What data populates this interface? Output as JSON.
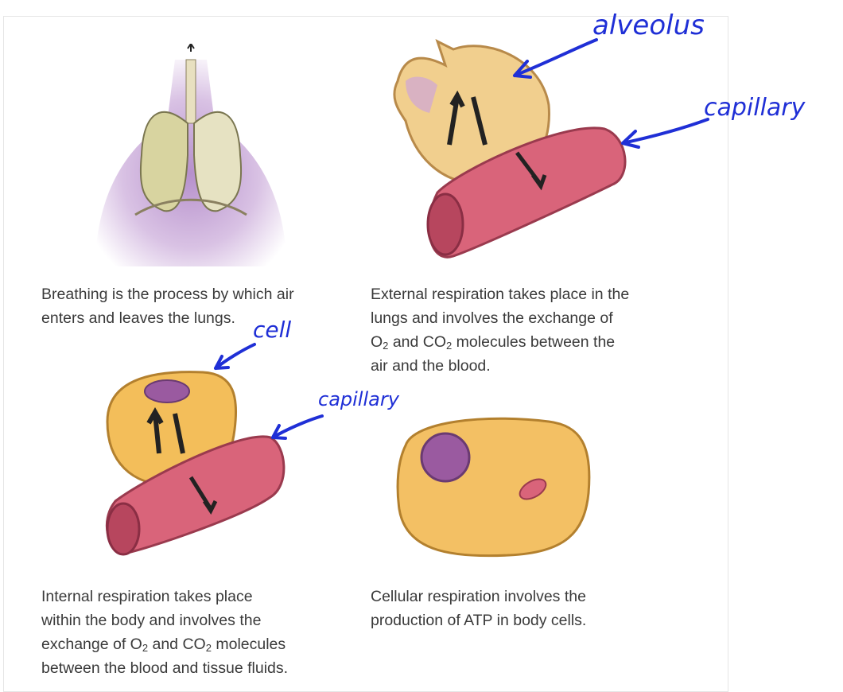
{
  "captions": {
    "breathing": {
      "line1": "Breathing is the process by which air",
      "line2": "enters and leaves the lungs."
    },
    "external": {
      "line1": "External respiration takes place in the",
      "line2": "lungs and involves the exchange of",
      "l3_o": "O",
      "l3_o_sub": "2",
      "l3_mid": " and CO",
      "l3_co_sub": "2",
      "l3_end": " molecules between the",
      "line4": "air and the blood."
    },
    "internal": {
      "line1": "Internal respiration takes place",
      "line2": "within the body and involves the",
      "l3_start": "exchange of O",
      "l3_o_sub": "2",
      "l3_mid": " and CO",
      "l3_co_sub": "2",
      "l3_end": " molecules",
      "line4": "between the blood and tissue fluids."
    },
    "cellular": {
      "line1": "Cellular respiration involves the",
      "line2": "production of ATP in body cells."
    }
  },
  "handwritten": {
    "alveolus": "alveolus",
    "capillary_top": "capillary",
    "cell": "cell",
    "capillary_bottom": "capillary"
  },
  "colors": {
    "annotation_ink": "#1f2fd6",
    "caption_text": "#3a3a3a",
    "capillary": "#d9647a",
    "cell_fill": "#f2c060",
    "nucleus": "#9a5aa0",
    "lung_glow": "#c9a6d8"
  }
}
